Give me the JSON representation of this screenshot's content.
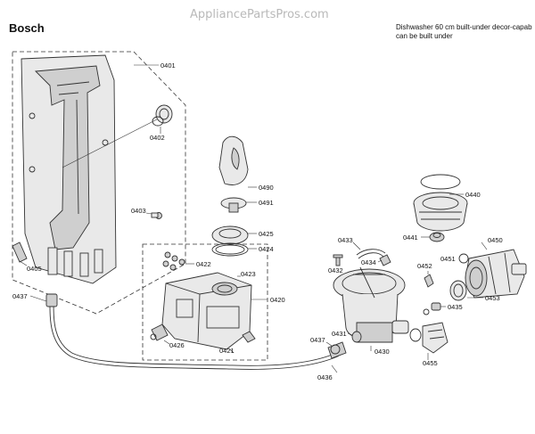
{
  "header": {
    "brand": "Bosch",
    "watermark": "AppliancePartsPros.com",
    "description_line1": "Dishwasher 60 cm built-under decor-capab",
    "description_line2": "can be built under"
  },
  "parts": {
    "p0401": "0401",
    "p0402": "0402",
    "p0403": "0403",
    "p0405": "0405",
    "p0437a": "0437",
    "p0490": "0490",
    "p0491": "0491",
    "p0425": "0425",
    "p0424": "0424",
    "p0422": "0422",
    "p0423": "0423",
    "p0420": "0420",
    "p0426": "0426",
    "p0421": "0421",
    "p0433": "0433",
    "p0432": "0432",
    "p0434": "0434",
    "p0440": "0440",
    "p0441": "0441",
    "p0450": "0450",
    "p0451": "0451",
    "p0452": "0452",
    "p0453": "0453",
    "p0435": "0435",
    "p0431": "0431",
    "p0437b": "0437",
    "p0430": "0430",
    "p0436": "0436",
    "p0455": "0455"
  }
}
